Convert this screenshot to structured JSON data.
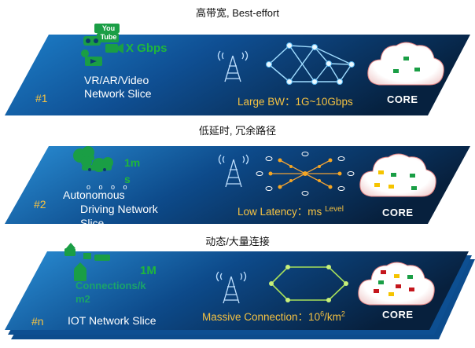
{
  "slices": [
    {
      "caption": "高带宽, Best-effort",
      "number": "#1",
      "name_line1": "VR/AR/Video",
      "name_line2": "Network Slice",
      "metric": "X Gbps",
      "feature": "Large BW：1G~10Gbps",
      "core": "CORE",
      "youtube_top": "You",
      "youtube_bottom": "Tube"
    },
    {
      "caption": "低延时, 冗余路径",
      "number": "#2",
      "name_line1": "Autonomous",
      "name_line2": "Driving  Network",
      "name_line3": "Slice",
      "metric_line1": "1m",
      "metric_line2": "s",
      "feature_main": "Low Latency：ms",
      "feature_suffix": "Level",
      "core": "CORE"
    },
    {
      "caption": "动态/大量连接",
      "number": "#n",
      "name": "IOT Network Slice",
      "metric_line1": "1M",
      "metric_line2": "Connections/k",
      "metric_line3": "m2",
      "feature_main": "Massive Connection：10",
      "feature_sup": "6",
      "feature_tail": "/km",
      "feature_sup2": "2",
      "core": "CORE"
    }
  ],
  "colors": {
    "slab_dark": "#0a2a52",
    "slab_light": "#2a8fd6",
    "gold": "#f5c242",
    "green": "#1fb63c",
    "cloud_border": "#e05050"
  }
}
